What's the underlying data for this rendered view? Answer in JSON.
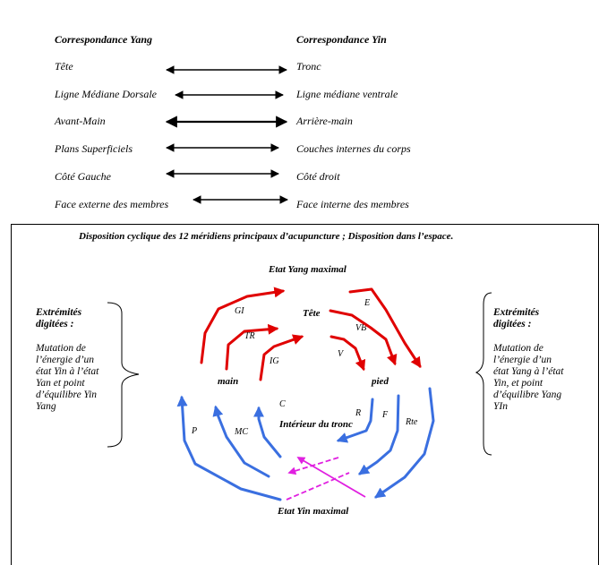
{
  "correspondence": {
    "yang_header": "Correspondance Yang",
    "yin_header": "Correspondance Yin",
    "rows": [
      {
        "yang": "Tête",
        "yin": "Tronc"
      },
      {
        "yang": "Ligne Médiane Dorsale",
        "yin": "Ligne médiane ventrale"
      },
      {
        "yang": "Avant-Main",
        "yin": "Arrière-main"
      },
      {
        "yang": "Plans Superficiels",
        "yin": "Couches internes du corps"
      },
      {
        "yang": "Côté Gauche",
        "yin": "Côté droit"
      },
      {
        "yang": "Face externe des membres",
        "yin": "Face interne des membres"
      }
    ]
  },
  "diagram": {
    "title": "Disposition cyclique des 12 méridiens principaux d’acupuncture ; Disposition dans l’espace.",
    "top_label": "Etat Yang maximal",
    "bottom_label": "Etat Yin maximal",
    "center": {
      "tete": "Tête",
      "main": "main",
      "pied": "pied",
      "interieur": "Intérieur du tronc"
    },
    "meridians": {
      "gi": "GI",
      "tr": "TR",
      "ig": "IG",
      "e": "E",
      "vb": "VB",
      "v": "V",
      "r": "R",
      "f": "F",
      "rte": "Rte",
      "c": "C",
      "mc": "MC",
      "p": "P"
    },
    "left_note": {
      "title_1": "Extrémités",
      "title_2": "digitées :",
      "lines": [
        "Mutation de",
        "l’énergie d’un",
        "état Yin à l’état",
        "Yan et point",
        "d’équilibre Yin",
        "Yang"
      ]
    },
    "right_note": {
      "title_1": "Extrémités",
      "title_2": "digitées :",
      "lines": [
        "Mutation de",
        "l’énergie d’un",
        "état Yang à l’état",
        "Yin, et point",
        "d’équilibre Yang",
        "YIn"
      ]
    },
    "colors": {
      "yang_arrow": "#e00000",
      "yin_arrow": "#3a6fe0",
      "cross_arrow": "#e020e0"
    }
  }
}
